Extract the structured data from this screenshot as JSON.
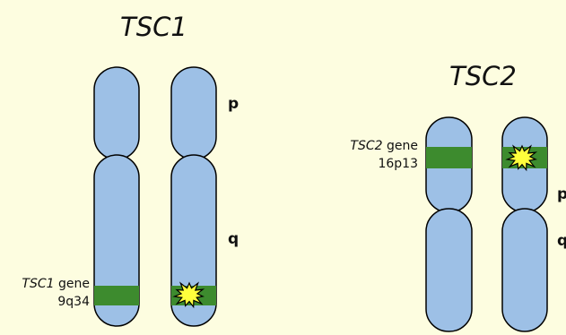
{
  "diagram_title": "",
  "tsc1": {
    "title": "TSC1",
    "arm_p": "p",
    "arm_q": "q",
    "gene_name": "TSC1",
    "gene_word": "gene",
    "locus": "9q34"
  },
  "tsc2": {
    "title": "TSC2",
    "arm_p": "p",
    "arm_q": "q",
    "gene_name": "TSC2",
    "gene_word": "gene",
    "locus": "16p13"
  },
  "colors": {
    "background": "#fdfde0",
    "chromosome_fill": "#9dc0e6",
    "chromosome_stroke": "#000000",
    "gene_band": "#3d8b2e",
    "mutation_fill": "#ffff3c"
  },
  "icons": {
    "mutation": "starburst-mutation-icon"
  }
}
